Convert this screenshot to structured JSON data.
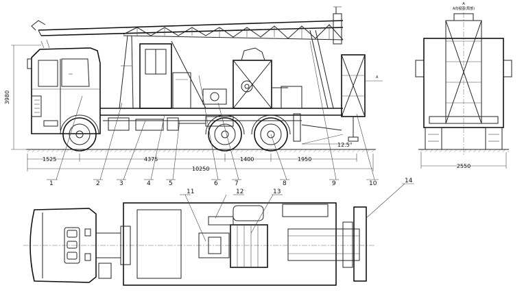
{
  "side_view": {
    "height_dim": "3980",
    "dims": [
      "1525",
      "4375",
      "1400",
      "1950",
      "10250"
    ],
    "angle": "12.5°",
    "section_mark": "A"
  },
  "front_view": {
    "view_label": "A",
    "view_caption": "A向视图(局部)",
    "width_dim": "2550"
  },
  "callouts": [
    "1",
    "2",
    "3",
    "4",
    "5",
    "6",
    "7",
    "8",
    "9",
    "10",
    "11",
    "12",
    "13",
    "14"
  ]
}
